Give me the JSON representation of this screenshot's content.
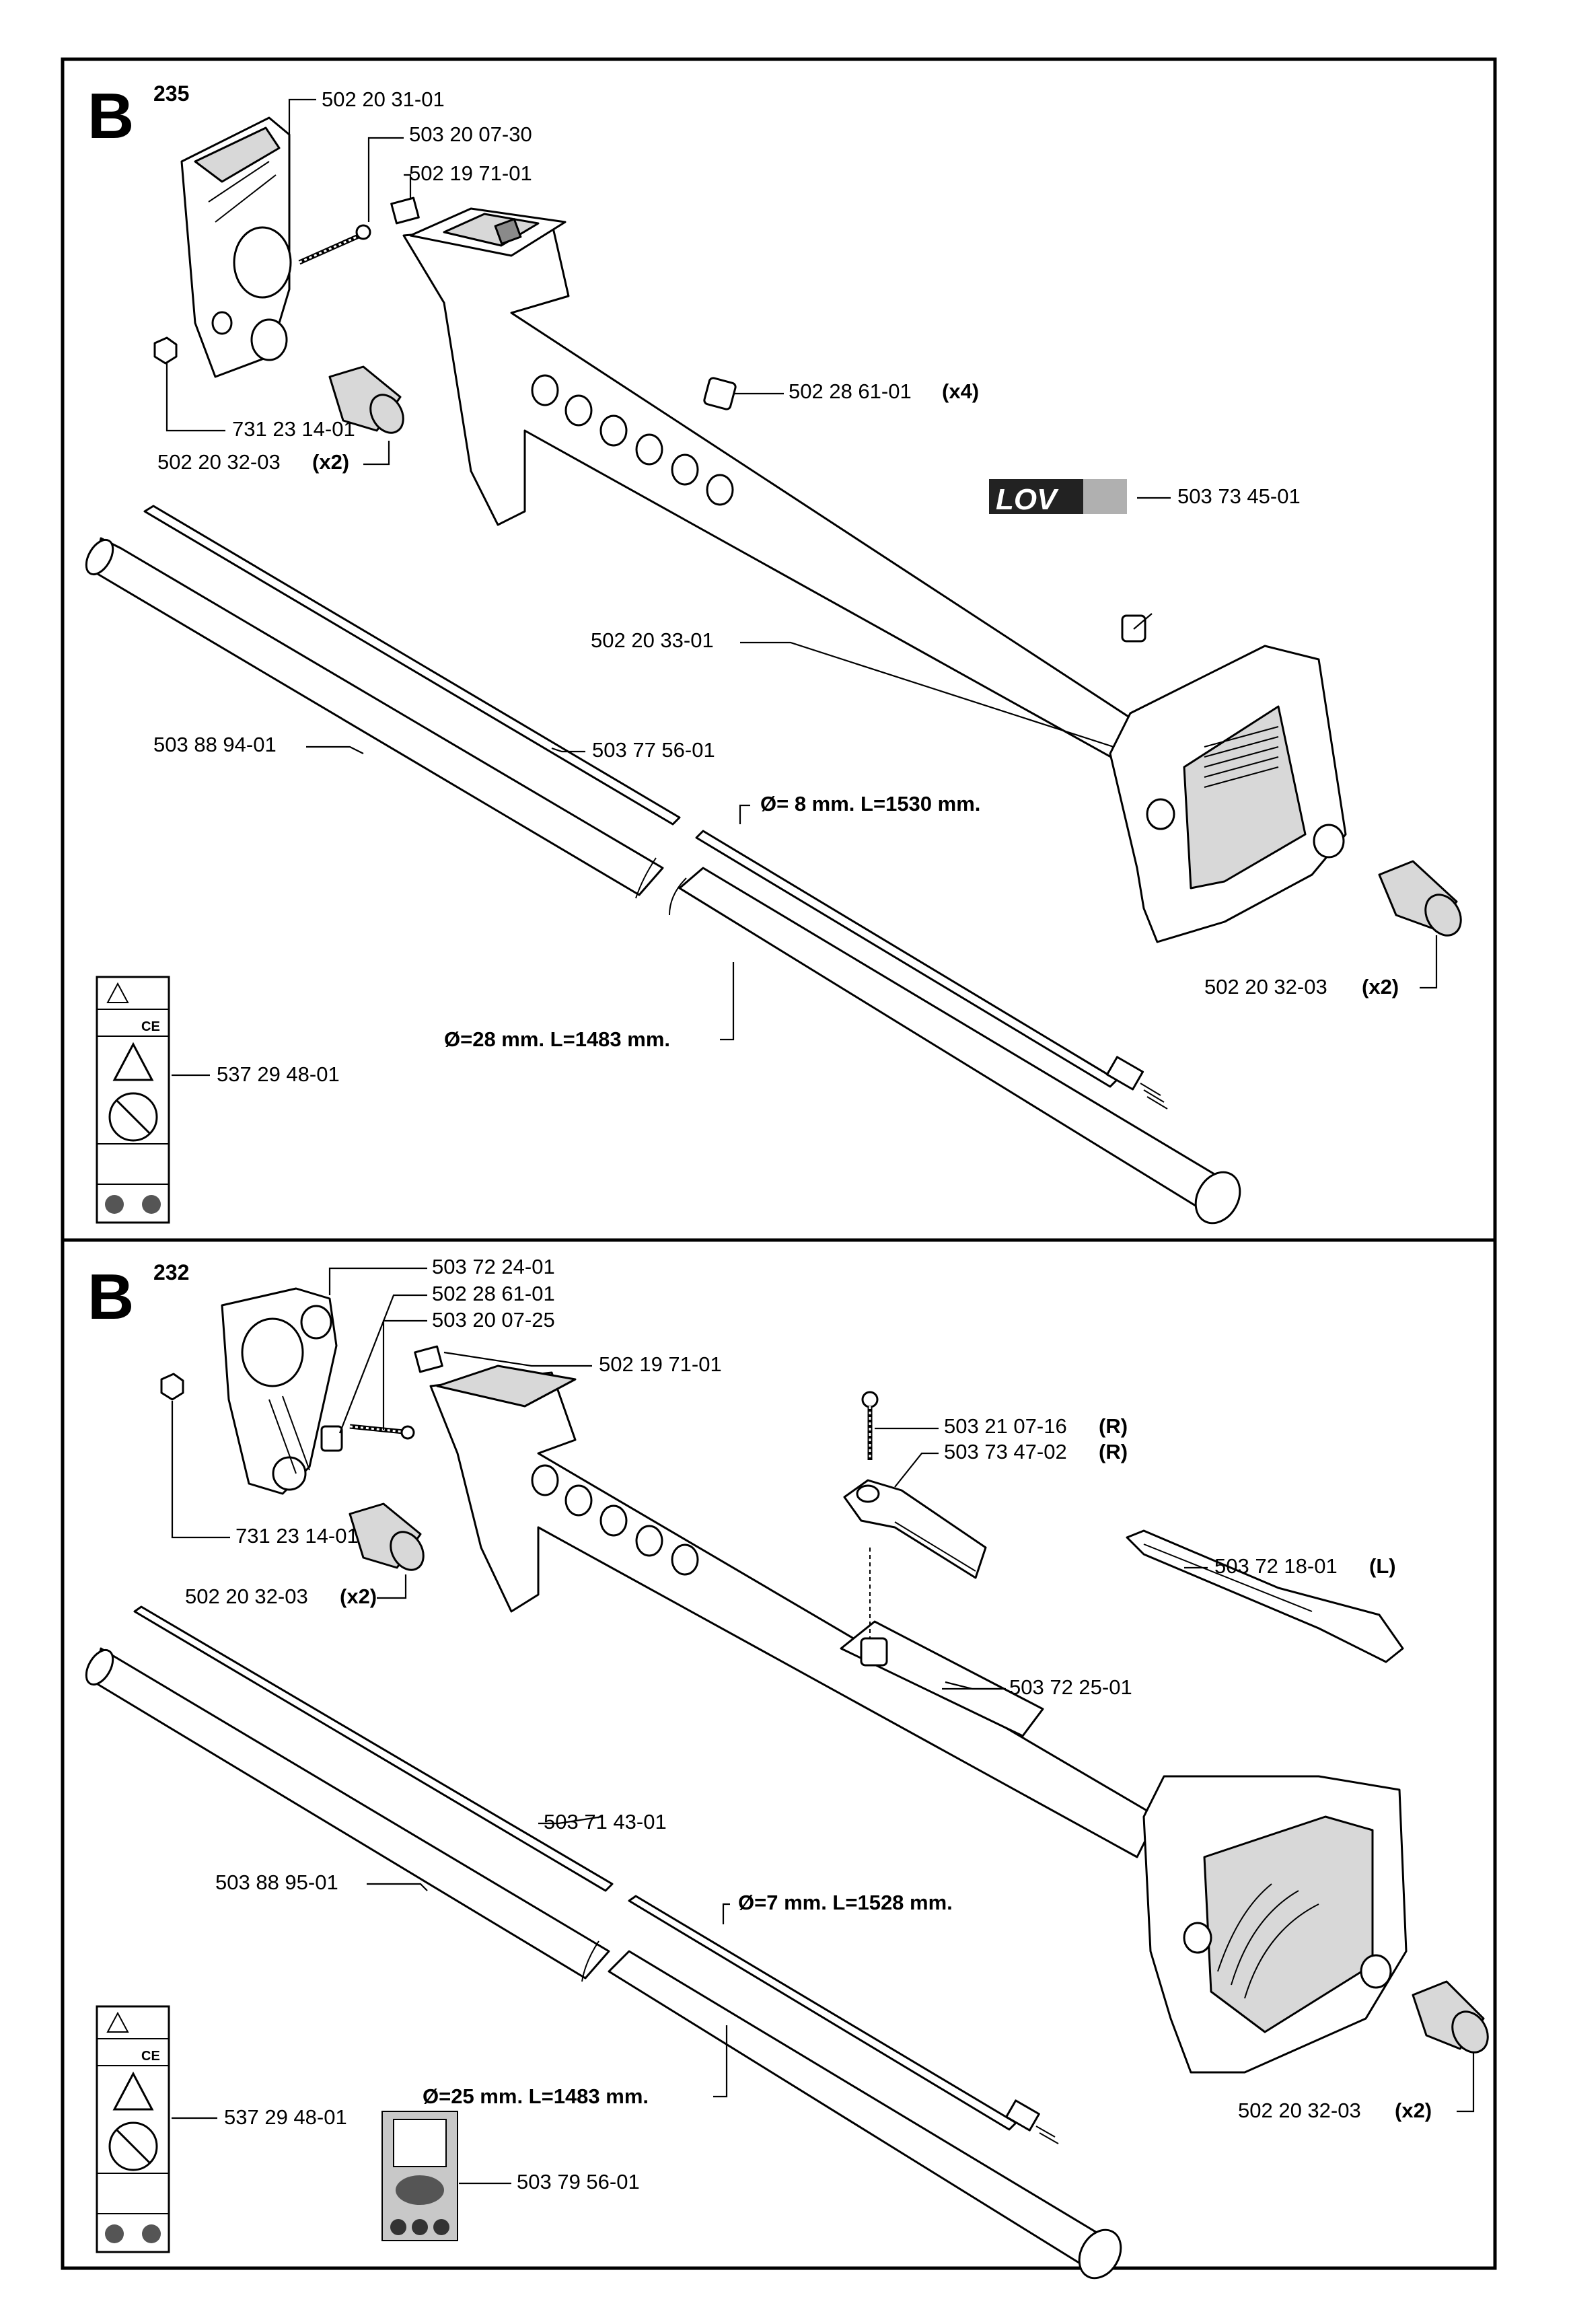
{
  "sections": [
    {
      "letter": "B",
      "model": "235",
      "callouts": {
        "handle": "502 20 31-01",
        "handle_screw": "503 20 07-30",
        "square_nut": "502 19 71-01",
        "clip": "502 28 61-01",
        "clip_qty": "(x4)",
        "decal": "503 73 45-01",
        "motor_tube": "502 20 33-01",
        "nut": "731 23 14-01",
        "cap_left": "502 20 32-03",
        "cap_left_qty": "(x2)",
        "shaft_tube": "503 88 94-01",
        "drive_shaft": "503 77 56-01",
        "shaft_dim": "Ø= 8 mm. L=1530 mm.",
        "tube_dim": "Ø=28 mm. L=1483 mm.",
        "cap_right": "502 20 32-03",
        "cap_right_qty": "(x2)",
        "warning_label": "537 29 48-01"
      }
    },
    {
      "letter": "B",
      "model": "232",
      "callouts": {
        "handle": "503 72 24-01",
        "clip": "502 28 61-01",
        "handle_screw": "503 20 07-25",
        "square_nut": "502 19 71-01",
        "screw_r": "503 21 07-16",
        "screw_r_side": "(R)",
        "holder_r": "503 73 47-02",
        "holder_r_side": "(R)",
        "holder_l": "503 72 18-01",
        "holder_l_side": "(L)",
        "nut": "731 23 14-01",
        "cap_left": "502 20 32-03",
        "cap_left_qty": "(x2)",
        "tube_clamp": "503 72 25-01",
        "drive_shaft": "503 71 43-01",
        "shaft_tube": "503 88 95-01",
        "shaft_dim": "Ø=7 mm. L=1528 mm.",
        "tube_dim": "Ø=25 mm. L=1483 mm.",
        "cap_right": "502 20 32-03",
        "cap_right_qty": "(x2)",
        "warning_label": "537 29 48-01",
        "rpm_decal": "503 79 56-01"
      }
    }
  ],
  "decal_logo_text": "LOV",
  "warning_label_tag": "CE"
}
